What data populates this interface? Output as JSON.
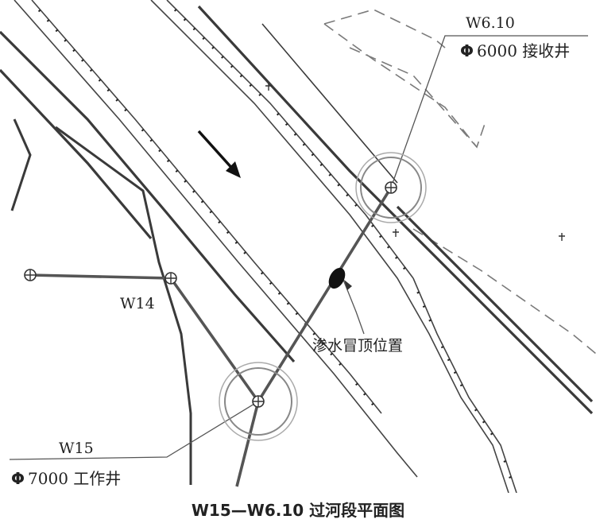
{
  "caption": "W15—W6.10 过河段平面图",
  "shafts": {
    "w610": {
      "name": "W6.10",
      "symbol": "Φ",
      "desc": "6000 接收井"
    },
    "w14": {
      "name": "W14"
    },
    "w15": {
      "name": "W15",
      "symbol": "Φ",
      "desc": "7000 工作井"
    }
  },
  "seepage": {
    "label": "渗水冒顶位置"
  },
  "colors": {
    "line": "#3a3a3a",
    "dashed": "#7a7a7a",
    "text": "#222222"
  }
}
